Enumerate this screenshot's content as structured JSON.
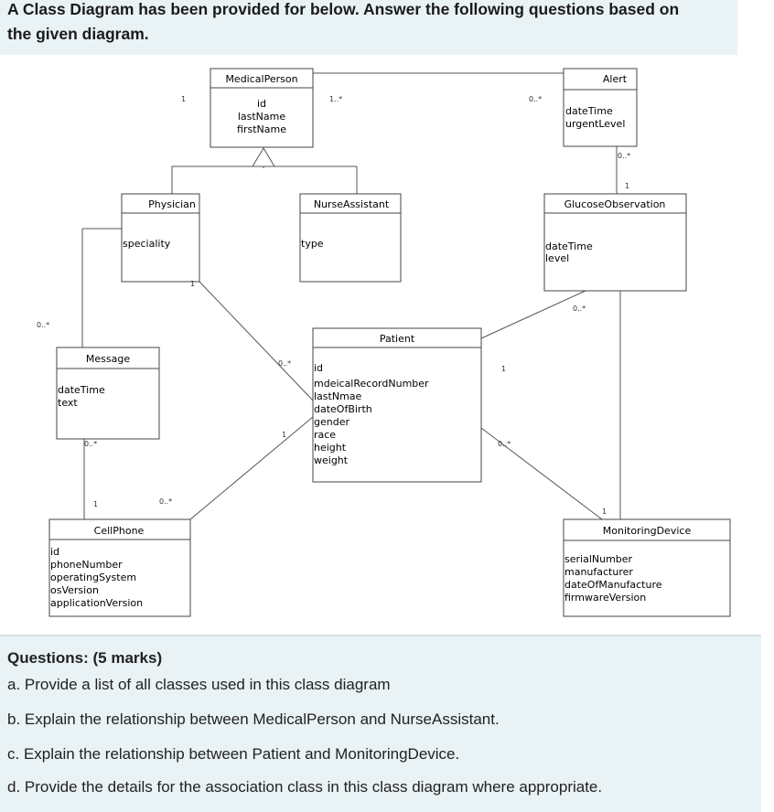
{
  "header": {
    "line1": "A Class Diagram has been provided for below. Answer the following questions based on",
    "line2": "the given diagram."
  },
  "diagram": {
    "classes": {
      "medical_person": {
        "name": "MedicalPerson",
        "attrs": [
          "id",
          "lastName",
          "firstName"
        ]
      },
      "alert": {
        "name": "Alert",
        "attrs": [
          "dateTime",
          "urgentLevel"
        ]
      },
      "physician": {
        "name": "Physician",
        "attrs": [
          "speciality"
        ]
      },
      "nurse_assistant": {
        "name": "NurseAssistant",
        "attrs": [
          "type"
        ]
      },
      "glucose_observation": {
        "name": "GlucoseObservation",
        "attrs": [
          "dateTime",
          "level"
        ]
      },
      "message": {
        "name": "Message",
        "attrs": [
          "dateTime",
          "text"
        ]
      },
      "patient": {
        "name": "Patient",
        "attrs": [
          "id",
          "mdeicalRecordNumber",
          "lastNmae",
          "dateOfBirth",
          "gender",
          "race",
          "height",
          "weight"
        ]
      },
      "cellphone": {
        "name": "CellPhone",
        "attrs": [
          "id",
          "phoneNumber",
          "operatingSystem",
          "osVersion",
          "applicationVersion"
        ]
      },
      "monitoring_device": {
        "name": "MonitoringDevice",
        "attrs": [
          "serialNumber",
          "manufacturer",
          "dateOfManufacture",
          "firmwareVersion"
        ]
      }
    },
    "multiplicities": {
      "m1": "1",
      "m2": "1..*",
      "m3": "0..*",
      "m4": "0..*",
      "m5": "1",
      "m6": "1",
      "m7": "0..*",
      "m8": "0..*",
      "m9": "0..*",
      "m10": "1",
      "m11": "1",
      "m12": "0..*",
      "m13": "0..*",
      "m14": "1",
      "m15": "0..*",
      "m16": "1"
    }
  },
  "questions": {
    "title": "Questions:  (5 marks)",
    "a": "a.  Provide a list of all classes used in this class diagram",
    "b": "b.  Explain the relationship between MedicalPerson and NurseAssistant.",
    "c": "c. Explain the relationship between Patient and MonitoringDevice.",
    "d": "d. Provide the  details for the association class in this class diagram where appropriate."
  }
}
